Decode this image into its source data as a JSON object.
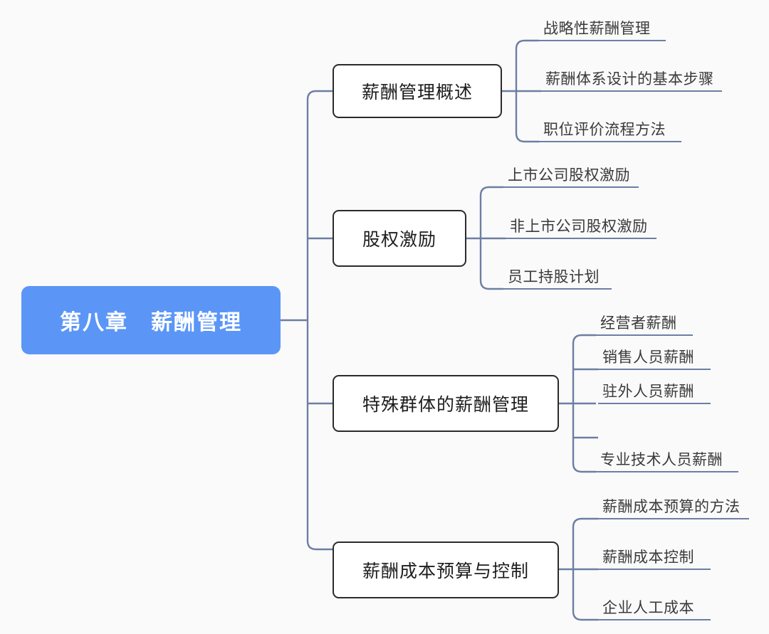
{
  "background_color": "#fafafa",
  "palette": {
    "root_fill": "#5b96f7",
    "root_text": "#ffffff",
    "branch_border": "#2b2b2b",
    "branch_fill": "#ffffff",
    "branch_text": "#1d1d1d",
    "connector": "#6d7ea3",
    "leaf_text": "#3a3a3a",
    "leaf_underline": "#6d7ea3"
  },
  "mindmap": {
    "root": {
      "label": "第八章　薪酬管理"
    },
    "branches": [
      {
        "label": "薪酬管理概述",
        "children": [
          {
            "label": "战略性薪酬管理"
          },
          {
            "label": "薪酬体系设计的基本步骤"
          },
          {
            "label": "职位评价流程方法"
          }
        ]
      },
      {
        "label": "股权激励",
        "children": [
          {
            "label": "上市公司股权激励"
          },
          {
            "label": "非上市公司股权激励"
          },
          {
            "label": "员工持股计划"
          }
        ]
      },
      {
        "label": "特殊群体的薪酬管理",
        "children": [
          {
            "label": "经营者薪酬"
          },
          {
            "label": "销售人员薪酬"
          },
          {
            "label": "驻外人员薪酬"
          },
          {
            "label": "专业技术人员薪酬"
          }
        ]
      },
      {
        "label": "薪酬成本预算与控制",
        "children": [
          {
            "label": "薪酬成本预算的方法"
          },
          {
            "label": "薪酬成本控制"
          },
          {
            "label": "企业人工成本"
          }
        ]
      }
    ]
  }
}
